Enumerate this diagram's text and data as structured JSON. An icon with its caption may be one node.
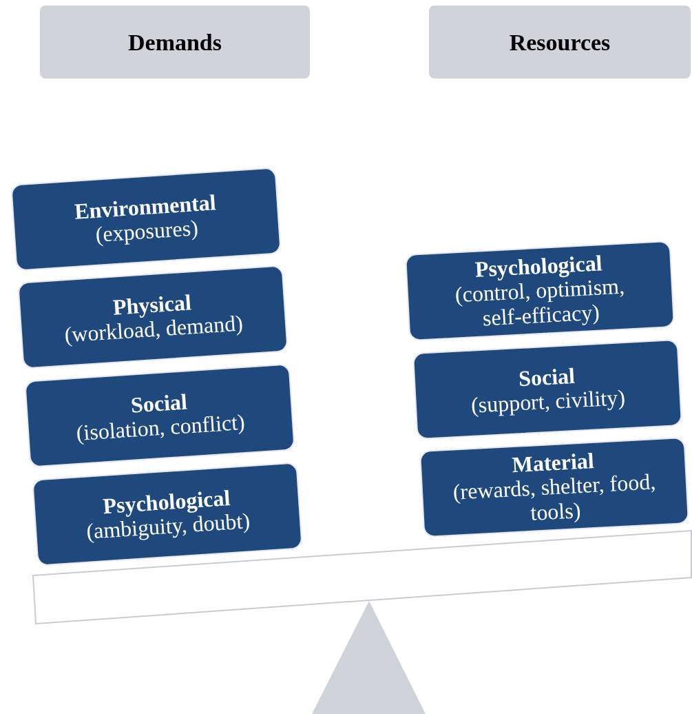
{
  "diagram": {
    "nodes": [
      {
        "text": [
          "Demands"
        ]
      },
      {
        "text": [
          "Resources"
        ]
      },
      {
        "text": [
          "Environmental",
          "(exposures)"
        ]
      },
      {
        "text": [
          "Physical",
          "(workload, demand)"
        ]
      },
      {
        "text": [
          "Social",
          "(isolation, conflict)"
        ]
      },
      {
        "text": [
          "Psychological",
          "(ambiguity, doubt)"
        ]
      },
      {
        "text": [
          "Psychological",
          "(control, optimism, self-efficacy)"
        ]
      },
      {
        "text": [
          "Social",
          "(support, civility)"
        ]
      },
      {
        "text": [
          "Material",
          "(rewards, shelter, food, tools)"
        ]
      }
    ]
  }
}
